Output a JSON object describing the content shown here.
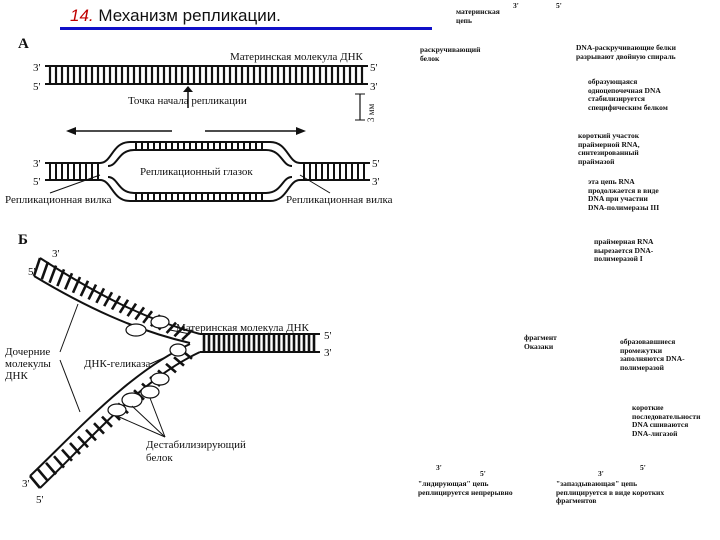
{
  "slide": {
    "number": "14.",
    "title": "Механизм репликации."
  },
  "panel_a": {
    "letter": "А",
    "parent_molecule": "Материнская молекула ДНК",
    "origin": "Точка начала репликации",
    "bubble": "Репликационный глазок",
    "fork_left": "Репликационная вилка",
    "fork_right": "Репликационная вилка",
    "scale": "3 мм",
    "end_3_top": "3'",
    "end_5_top": "5'",
    "end_5_bottom": "5'",
    "end_3_bottom": "3'",
    "end_3_mid_left": "3'",
    "end_5_mid_left": "5'",
    "end_5_mid_right": "5'",
    "end_3_mid_right": "3'"
  },
  "panel_b": {
    "letter": "Б",
    "parent_molecule": "Материнская молекула ДНК",
    "daughter": "Дочерние молекулы ДНК",
    "helicase": "ДНК-геликаза",
    "ssb": "Дестабилизирующий белок",
    "end_3_top": "3'",
    "end_5_top": "5'",
    "end_5_right": "5'",
    "end_3_right": "3'",
    "end_3_bottom": "3'",
    "end_5_bottom": "5'"
  },
  "panel_c": {
    "parent_strand": "материнская цепь",
    "unwinding_protein": "раскручивающий белок",
    "helicase_note": "DNA-раскручивающие белки разрывают двойную спираль",
    "ssb_note": "образующаяся одноцепочечная DNA стабилизируется специфическим белком",
    "primer_note": "короткий участок праймерной RNA, синтезированный праймазой",
    "polymerase_note": "эта цепь RNA продолжается в виде DNA при участии DNA-полимеразы III",
    "primer_removed": "праймерная RNA вырезается DNA-полимеразой I",
    "okazaki": "фрагмент Оказаки",
    "gaps_note": "образовавшиеся промежутки заполняются DNA-полимеразой",
    "ligase_note": "короткие последовательности DNA сшиваются DNA-лигазой",
    "leading": "\"лидирующая\" цепь реплицируется непрерывно",
    "lagging": "\"запаздывающая\" цепь реплицируется в виде коротких фрагментов",
    "top_3": "3'",
    "top_5": "5'",
    "bl_3": "3'",
    "bl_5": "5'",
    "br_3": "3'",
    "br_5": "5'"
  },
  "colors": {
    "title_number": "#c00000",
    "rule": "#1010c8",
    "strand_fill": "#d8505a",
    "strand_dark": "#8a1c24",
    "helicase": "#18c818",
    "ssb": "#2020d0",
    "primer": "#30a0d0"
  }
}
